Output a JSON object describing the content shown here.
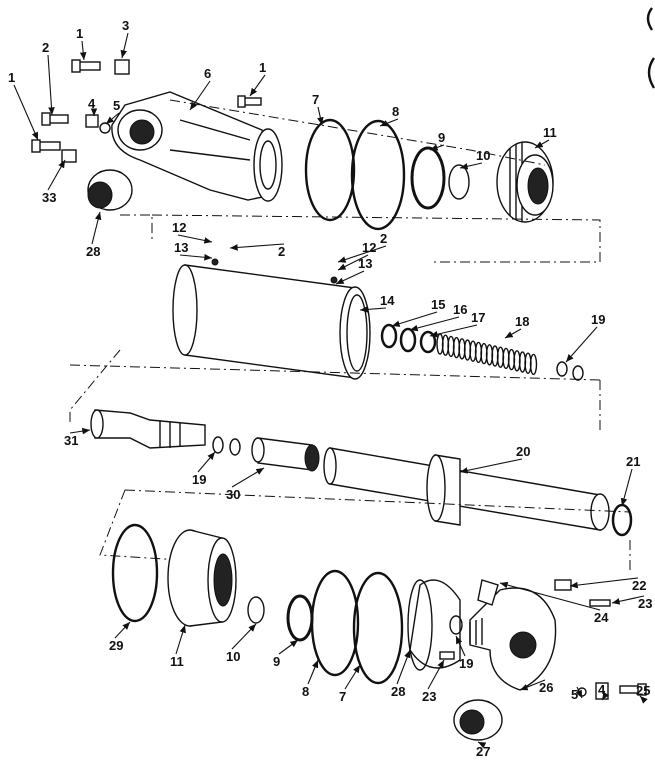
{
  "diagram": {
    "title": "Hydraulic cylinder exploded view",
    "callouts": [
      "1",
      "2",
      "3",
      "1",
      "4",
      "5",
      "6",
      "1",
      "33",
      "28",
      "7",
      "8",
      "9",
      "10",
      "11",
      "12",
      "13",
      "2",
      "2",
      "12",
      "13",
      "14",
      "15",
      "16",
      "17",
      "18",
      "19",
      "31",
      "19",
      "30",
      "20",
      "21",
      "29",
      "11",
      "10",
      "9",
      "8",
      "7",
      "28",
      "23",
      "19",
      "22",
      "23",
      "24",
      "26",
      "5",
      "4",
      "25",
      "27"
    ]
  }
}
